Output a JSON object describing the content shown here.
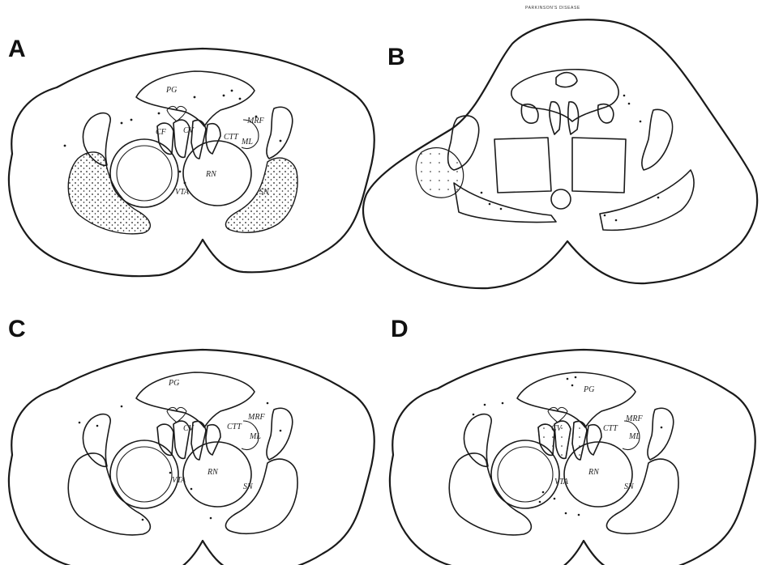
{
  "header": {
    "title": "PARKINSON'S DISEASE"
  },
  "panels": [
    {
      "letter": "A",
      "labels": {
        "pg": "PG",
        "mrf": "MRF",
        "ctt": "CTT",
        "ml": "ML",
        "rn": "RN",
        "vta": "VTA",
        "sn": "SN",
        "cv": "CV",
        "cf": "CF"
      }
    },
    {
      "letter": "B"
    },
    {
      "letter": "C",
      "labels": {
        "pg": "PG",
        "mrf": "MRF",
        "ctt": "CTT",
        "ml": "ML",
        "rn": "RN",
        "vta": "VTA",
        "sn": "SN",
        "cv": "CV"
      }
    },
    {
      "letter": "D",
      "labels": {
        "pg": "PG",
        "mrf": "MRF",
        "ctt": "CTT",
        "ml": "ML",
        "rn": "RN",
        "vta": "VTA",
        "sn": "SN",
        "cv": "CV"
      }
    }
  ]
}
